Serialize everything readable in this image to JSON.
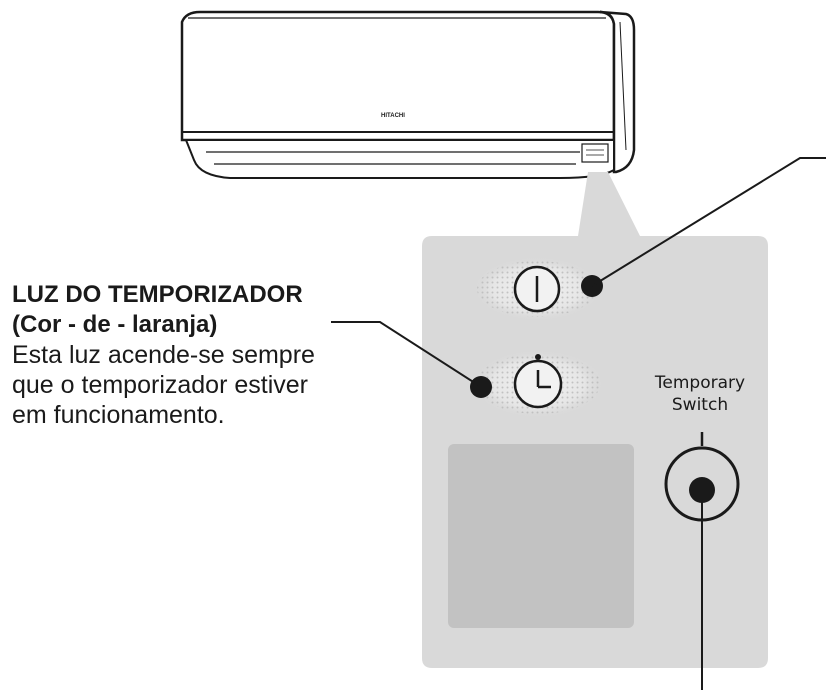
{
  "unit": {
    "brand_label": "HITACHI"
  },
  "callout": {
    "title": "LUZ DO TEMPORIZADOR",
    "subtitle": "(Cor - de - laranja)",
    "lines": [
      "Esta luz acende-se sempre",
      "que o temporizador estiver",
      "em funcionamento."
    ]
  },
  "panel": {
    "temporary_switch_lines": [
      "Temporary",
      "Switch"
    ]
  },
  "colors": {
    "line": "#1a1a1a",
    "panel": "#d9d9d9",
    "inner_box": "#c4c4c4",
    "halo": "#ececec"
  }
}
